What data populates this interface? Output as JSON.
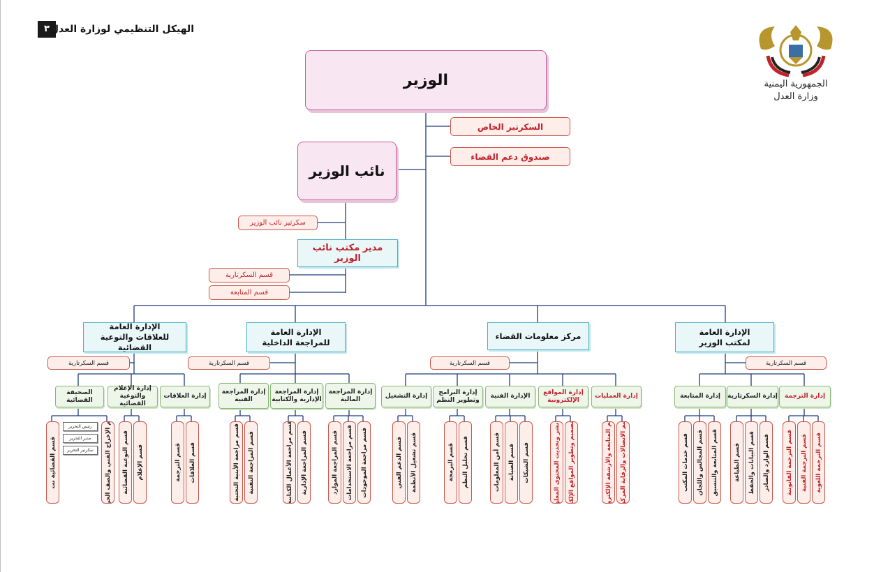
{
  "header": {
    "title": "الهيكل التنظيمي لوزارة العدل",
    "page_number": "٣"
  },
  "emblem": {
    "line1": "الجمهورية اليمنية",
    "line2": "وزارة العدل"
  },
  "top": {
    "minister": "الوزير",
    "private_secretary": "السكرتير الخاص",
    "judiciary_fund": "صندوق دعم القضاء",
    "deputy": "نائب الوزير",
    "deputy_secretary": "سكرتير نائب الوزير",
    "deputy_office_director": "مدير مكتب نائب الوزير",
    "secretariat_dept": "قسم السكرتارية",
    "followup_dept": "قسم المتابعة"
  },
  "branches": [
    {
      "title_line1": "الإدارة العامة",
      "title_line2": "للعلاقات والتوعية القضائية",
      "secretariat": "قسم السكرتارية",
      "subs": [
        {
          "line1": "الصحيفة",
          "line2": "القضائية",
          "units": [
            "قسم القضائية نت",
            "قسم الإخراج الفني والصف الحرفي"
          ],
          "papers": [
            "رئيس التحرير",
            "مدير التحرير",
            "سكرتير التحرير"
          ]
        },
        {
          "line1": "إدارة الإعلام",
          "line2": "والتوعية القضائية",
          "units": [
            "قسم التوعية القضائية",
            "قسم الإعلام"
          ]
        },
        {
          "line1": "إدارة العلاقات",
          "line2": "",
          "units": [
            "قسم الترجمة",
            "قسم العلاقات"
          ]
        }
      ]
    },
    {
      "title_line1": "الإدارة العامة",
      "title_line2": "للمراجعة الداخلية",
      "secretariat": "قسم السكرتارية",
      "subs": [
        {
          "line1": "إدارة المراجعة",
          "line2": "الفنية",
          "units": [
            "قسم مراجعة الأبنية التحتية",
            "قسم المراجعة التقنية"
          ]
        },
        {
          "line1": "إدارة المراجعة",
          "line2": "الإدارية والكتابية",
          "units": [
            "قسم مراجعة الأعمال الكتابية",
            "قسم المراجعة الإدارية"
          ]
        },
        {
          "line1": "إدارة المراجعة",
          "line2": "المالية",
          "units": [
            "قسم المراجعة الموارد",
            "قسم مراجعة الاستخدامات",
            "قسم مراجعة الموجودات"
          ]
        }
      ]
    },
    {
      "title_line1": "مركز معلومات القضاء",
      "title_line2": "",
      "secretariat": "قسم السكرتارية",
      "subs": [
        {
          "line1": "إدارة التشغيل",
          "line2": "",
          "units": [
            "قسم الدعم الفني",
            "قسم تشغيل الأنظمة"
          ]
        },
        {
          "line1": "إدارة البرامج",
          "line2": "وتطوير النظم",
          "units": [
            "قسم البرمجة",
            "قسم تحليل النظم"
          ]
        },
        {
          "line1": "الإدارة الفنية",
          "line2": "",
          "units": [
            "قسم أمن المعلومات",
            "قسم الصيانة",
            "قسم الشبكات"
          ]
        },
        {
          "line1": "إدارة المواقع",
          "line2": "الإلكترونية",
          "units": [
            "قسم نشر وتحديث المحتوى المعلوماتي",
            "قسم تصميم وتطوير المواقع الإلكترونية"
          ],
          "red": true
        },
        {
          "line1": "إدارة العمليات",
          "line2": "",
          "units": [
            "قسم المتابعة والأرشفة الإلكترونية",
            "قسم الاتصالات والرقابة المركزية"
          ],
          "red": true
        }
      ]
    },
    {
      "title_line1": "الإدارة العامة",
      "title_line2": "لمكتب الوزير",
      "secretariat": "قسم السكرتارية",
      "subs": [
        {
          "line1": "إدارة المتابعة",
          "line2": "",
          "units": [
            "قسم خدمات المكتب",
            "قسم المجالس واللجان",
            "قسم المتابعة والتنسيق"
          ]
        },
        {
          "line1": "إدارة السكرتارية",
          "line2": "",
          "units": [
            "قسم الطباعة",
            "قسم البيانات والحفظ",
            "قسم الوارد والصادر"
          ]
        },
        {
          "line1": "إدارة الترجمة",
          "line2": "",
          "units": [
            "قسم الترجمة القانونية",
            "قسم الترجمة الفنية",
            "قسم الترجمة اللغوية"
          ],
          "red": true
        }
      ]
    }
  ]
}
